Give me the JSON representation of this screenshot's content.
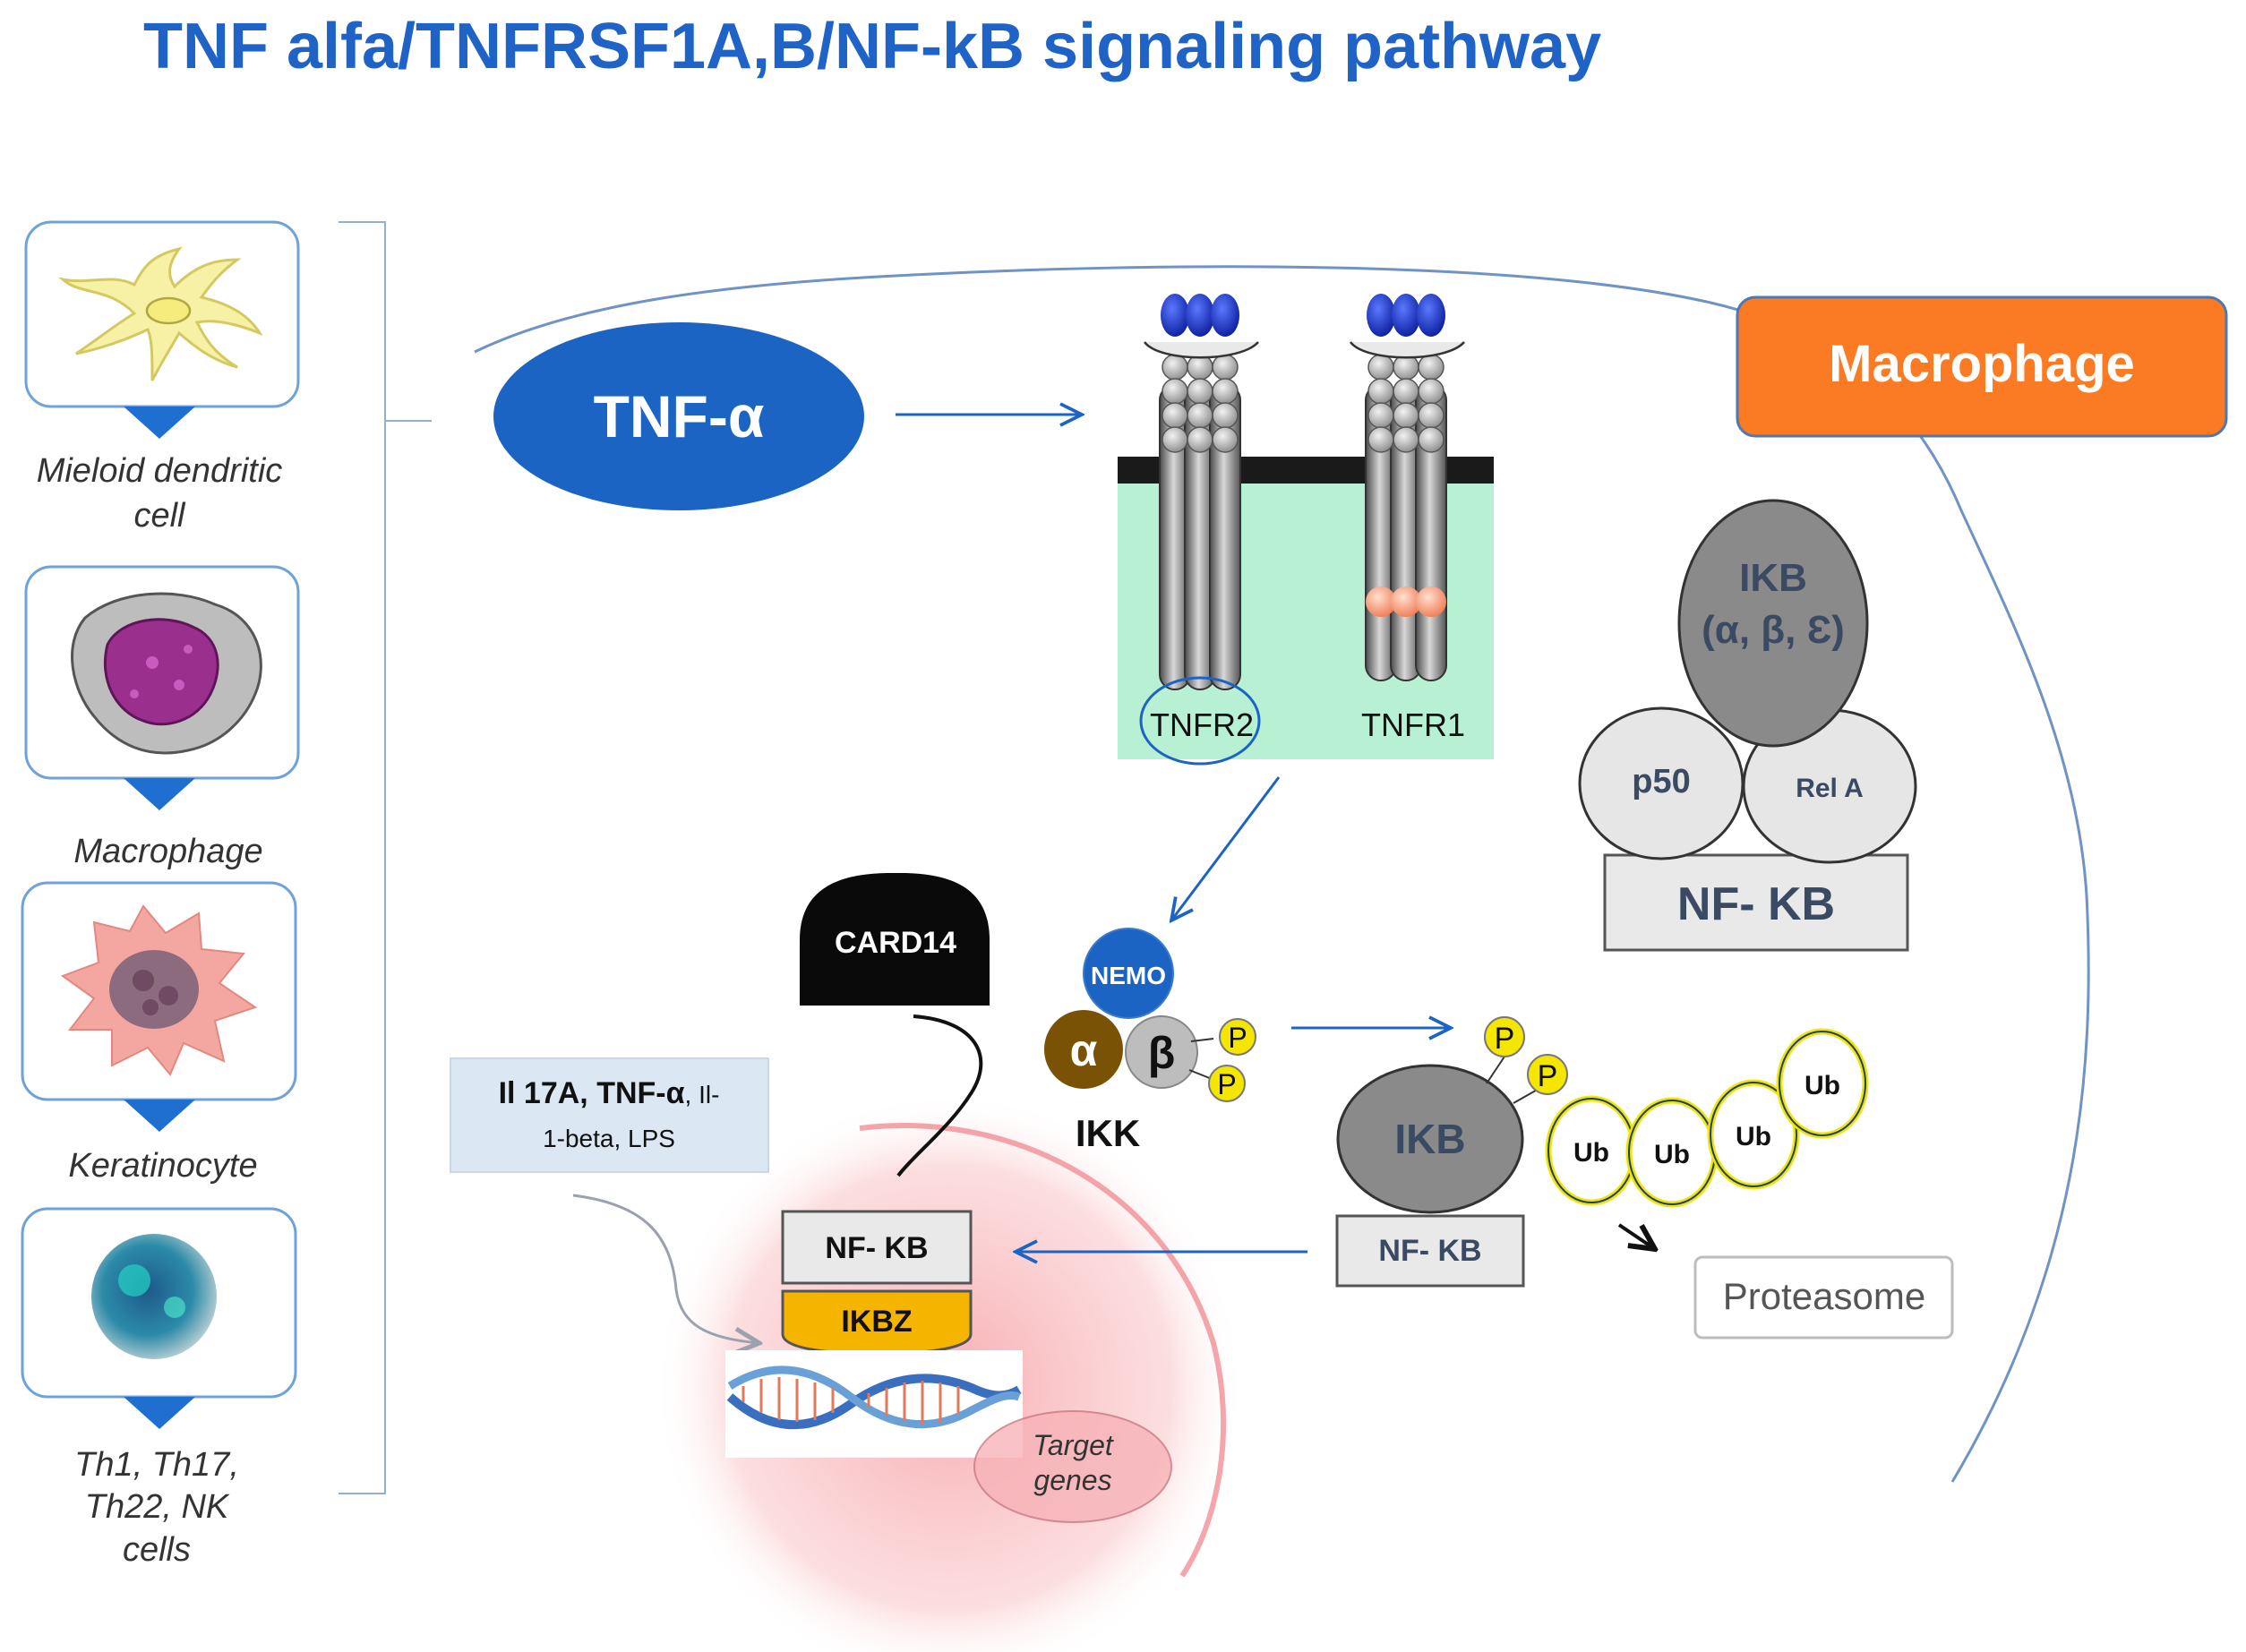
{
  "title": "TNF alfa/TNFRSF1A,B/NF-kB signaling pathway",
  "colors": {
    "title": "#1f63c6",
    "accent_blue": "#1c64c4",
    "macrophage_orange": "#fb7a24",
    "card_border": "#6fa2d8",
    "triangle": "#1f6fd0",
    "receptor_bg": "#b8f0d4",
    "ikb_grey": "#8a8a8a",
    "nfkb_box": "#e9e9e9",
    "ikbz_yellow": "#f5b400",
    "phospho_yellow": "#f5e600",
    "nucleus_pink": "#f7a9ad"
  },
  "cell_types": [
    {
      "label_lines": [
        "Mieloid dendritic",
        "cell"
      ],
      "icon": "dendritic-cell-icon"
    },
    {
      "label_lines": [
        "Macrophage"
      ],
      "icon": "macrophage-cell-icon"
    },
    {
      "label_lines": [
        "Keratinocyte"
      ],
      "icon": "keratinocyte-cell-icon"
    },
    {
      "label_lines": [
        "Th1,  Th17,",
        "Th22,  NK",
        "cells"
      ],
      "icon": "lymphocyte-cell-icon"
    }
  ],
  "ligand": {
    "label": "TNF-α"
  },
  "cell_label": "Macrophage",
  "receptors": {
    "tnfr2": "TNFR2",
    "tnfr1": "TNFR1"
  },
  "complex": {
    "ikb_line1": "IKB",
    "ikb_line2": "(α, β, Ɛ)",
    "p50": "p50",
    "rela": "Rel A",
    "nfkb": "NF- KB"
  },
  "card14": "CARD14",
  "ikk": {
    "nemo": "NEMO",
    "alpha": "α",
    "beta": "β",
    "phospho": "P",
    "label": "IKK"
  },
  "stimuli": {
    "bold1": "Il 17A",
    "bold2": "TNF-α",
    "rest1": ", Il-",
    "line2": "1-beta, LPS"
  },
  "nucleus": {
    "nfkb": "NF- KB",
    "ikbz": "IKBZ",
    "target_line1": "Target",
    "target_line2": "genes"
  },
  "degradation": {
    "ikb": "IKB",
    "nfkb": "NF- KB",
    "phospho": "P",
    "ub": "Ub",
    "proteasome": "Proteasome"
  }
}
